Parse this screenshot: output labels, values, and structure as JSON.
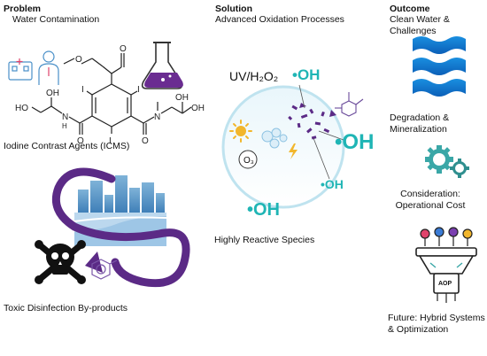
{
  "problem": {
    "header": "Problem",
    "subtitle": "Water Contamination",
    "icma_label": "Iodine Contrast Agents (ICMS)",
    "byproducts_label": "Toxic Disinfection By-products",
    "atoms": {
      "oxygen": "O",
      "iodine": "I",
      "nitrogen": "N",
      "oh": "OH",
      "ho": "HO",
      "h": "H"
    }
  },
  "solution": {
    "header": "Solution",
    "subtitle": "Advanced Oxidation Processes",
    "uv_label": "UV/H₂O₂",
    "ozone_label": "O₃",
    "radical_label": "•OH",
    "species_label": "Highly Reactive Species"
  },
  "outcome": {
    "header": "Outcome",
    "clean_water": "Clean Water & Challenges",
    "degradation": "Degradation & Mineralization",
    "consideration": "Consideration: Operational Cost",
    "future": "Future: Hybrid Systems & Optimization",
    "aop_label": "AOP",
    "dollar": "$"
  },
  "colors": {
    "teal": "#1fb5b5",
    "purple": "#5b2a86",
    "blue": "#1f73c9",
    "sky": "#7fb2dd",
    "gear": "#3aa7a7"
  }
}
